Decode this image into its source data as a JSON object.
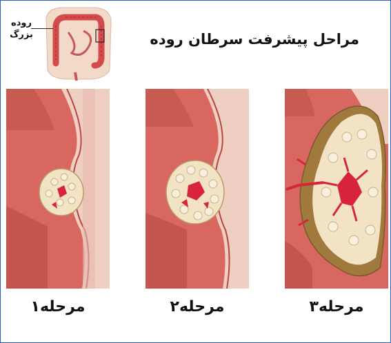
{
  "title": "مراحل پیشرفت سرطان روده",
  "colon_label": {
    "line1": "روده",
    "line2": "بزرگ"
  },
  "stages": [
    {
      "label": "مرحله۱"
    },
    {
      "label": "مرحله۲"
    },
    {
      "label": "مرحله۳"
    }
  ],
  "colors": {
    "tissue": "#d7675f",
    "tissue_dark": "#b8463f",
    "wall": "#f0cfc3",
    "tumor": "#f2e3c4",
    "tumor_cell": "#f7f0dc",
    "blood": "#d8243a",
    "necrosis": "#a07a3c",
    "frame": "#2c5fbd"
  }
}
